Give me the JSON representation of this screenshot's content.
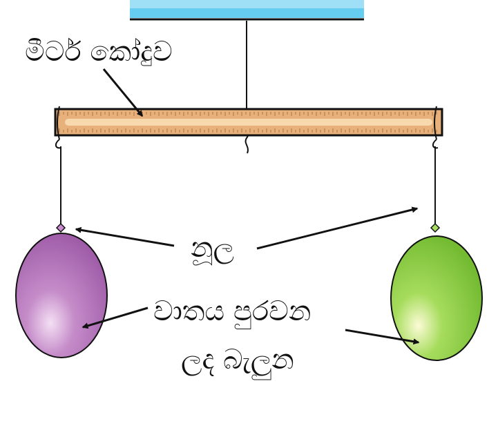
{
  "labels": {
    "meter_ruler": "මීටර් කෝදුව",
    "string": "නූල",
    "balloon_line1": "වාතය පුරවන",
    "balloon_line2": "ලද බැලුන"
  },
  "colors": {
    "ceiling": "#5ec8ee",
    "ruler_fill": "#e9b27a",
    "ruler_stripe": "#f6d6a8",
    "balloon_left": "#b070b8",
    "balloon_right": "#8fd24a",
    "line": "#111111"
  }
}
